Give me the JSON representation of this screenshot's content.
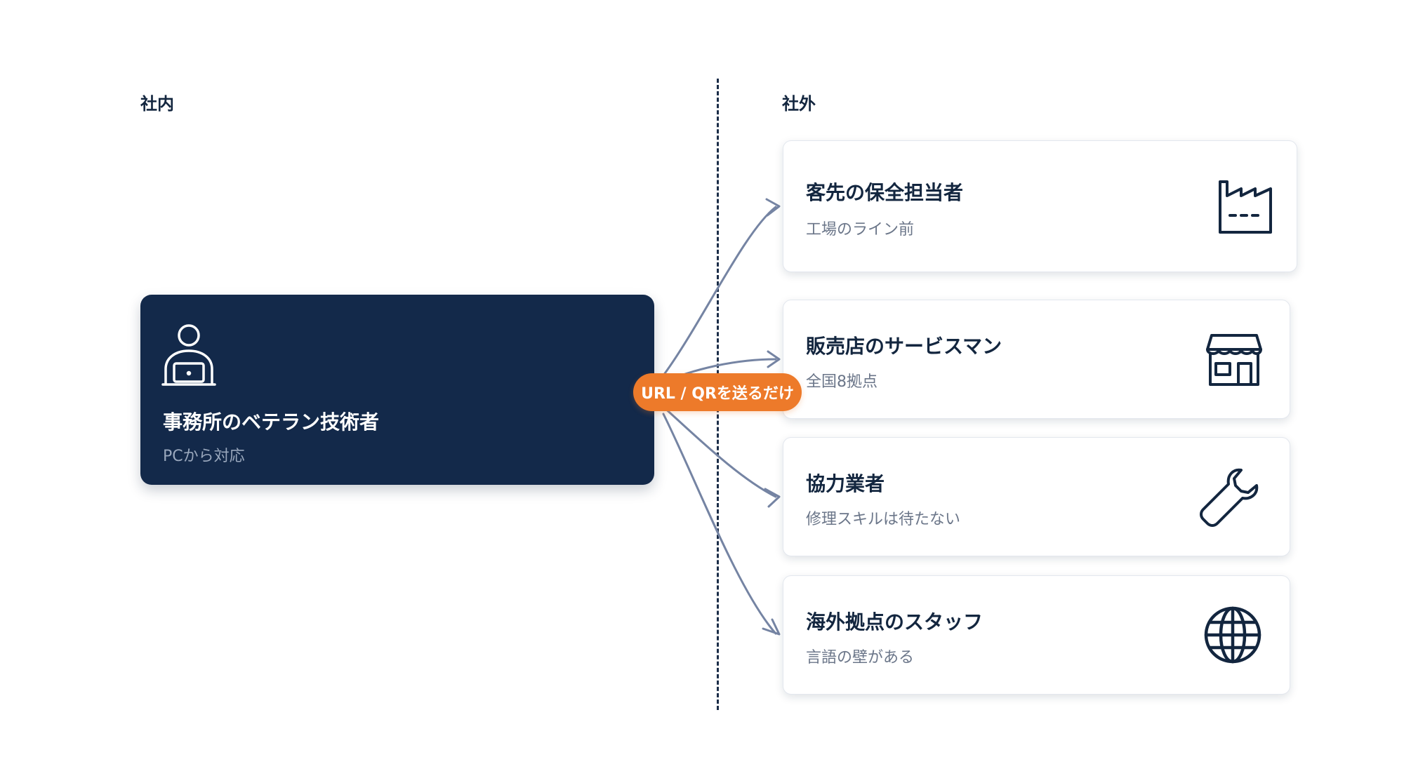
{
  "sections": {
    "internal": "社内",
    "external": "社外"
  },
  "source": {
    "title": "事務所のベテラン技術者",
    "subtitle": "PCから対応",
    "icon": "person-laptop-icon",
    "background": "#13294a"
  },
  "badge": {
    "label": "URL / QRを送るだけ",
    "color": "#ed7a2a"
  },
  "targets": [
    {
      "title": "客先の保全担当者",
      "subtitle": "工場のライン前",
      "icon": "factory-icon"
    },
    {
      "title": "販売店のサービスマン",
      "subtitle": "全国8拠点",
      "icon": "storefront-icon"
    },
    {
      "title": "協力業者",
      "subtitle": "修理スキルは待たない",
      "icon": "wrench-icon"
    },
    {
      "title": "海外拠点のスタッフ",
      "subtitle": "言語の壁がある",
      "icon": "globe-icon"
    }
  ],
  "colors": {
    "navy": "#13263f",
    "connector": "#7584a3",
    "accent": "#ed7a2a"
  }
}
